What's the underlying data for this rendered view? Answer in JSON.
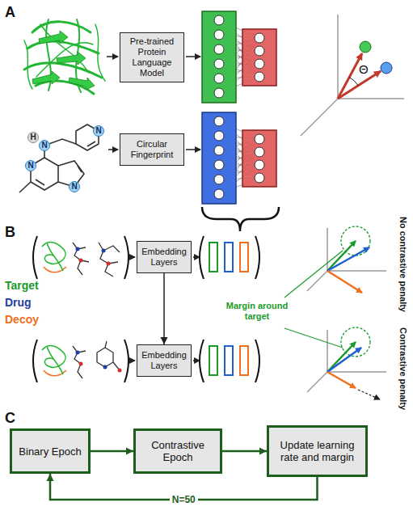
{
  "diagram": {
    "nodes": [
      {
        "text": [
          "Pre-trained Protein Language Model"
        ]
      },
      {
        "text": [
          "Circular Fingerprint"
        ]
      },
      {
        "text": [
          "Embedding Layers"
        ]
      },
      {
        "text": [
          "Embedding Layers"
        ]
      },
      {
        "text": [
          "Binary Epoch"
        ]
      },
      {
        "text": [
          "Contrastive Epoch"
        ]
      },
      {
        "text": [
          "Update learning rate and margin"
        ]
      }
    ],
    "edges": [
      {
        "from": 2,
        "to": 3,
        "arrow": "to"
      },
      {
        "from": 4,
        "to": 5,
        "arrow": "to"
      },
      {
        "from": 5,
        "to": 6,
        "arrow": "to"
      },
      {
        "from": 6,
        "to": 4,
        "arrow": "to",
        "label": "N=50"
      }
    ],
    "labels": [
      "A",
      "N",
      "N",
      "N",
      "N",
      "H",
      "Θ",
      "B",
      "Target",
      "Drug",
      "Decoy",
      "Margin around target",
      "No contrastive penalty",
      "Contrastive penalty",
      "C"
    ]
  }
}
